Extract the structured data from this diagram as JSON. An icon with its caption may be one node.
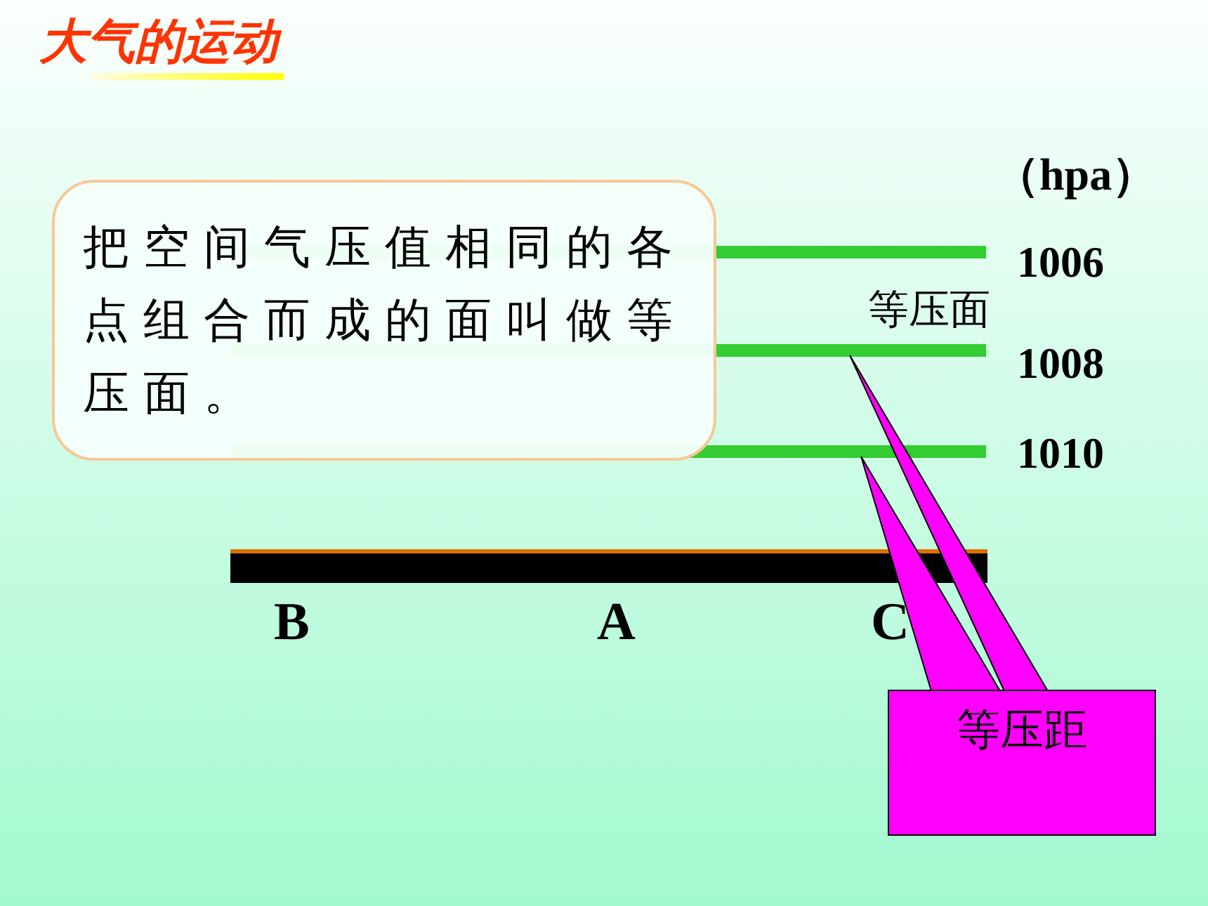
{
  "diagram": {
    "title": "大气的运动",
    "nodes": [
      {
        "text": [
          "把空间气压值相同的各点组合而成的面叫做等压面。"
        ]
      },
      {
        "text": [],
        "shape": "line"
      },
      {
        "text": [
          "等压面"
        ]
      },
      {
        "text": [],
        "shape": "line"
      },
      {
        "text": [],
        "shape": "line"
      },
      {
        "text": [
          "等压距"
        ]
      }
    ],
    "edges": [
      {
        "from": 5,
        "to": 3,
        "arrow": "none"
      },
      {
        "from": 5,
        "to": 4,
        "arrow": "none"
      }
    ],
    "labels": [
      "（hpa）",
      "1006",
      "1008",
      "1010",
      "B",
      "A",
      "C"
    ]
  }
}
